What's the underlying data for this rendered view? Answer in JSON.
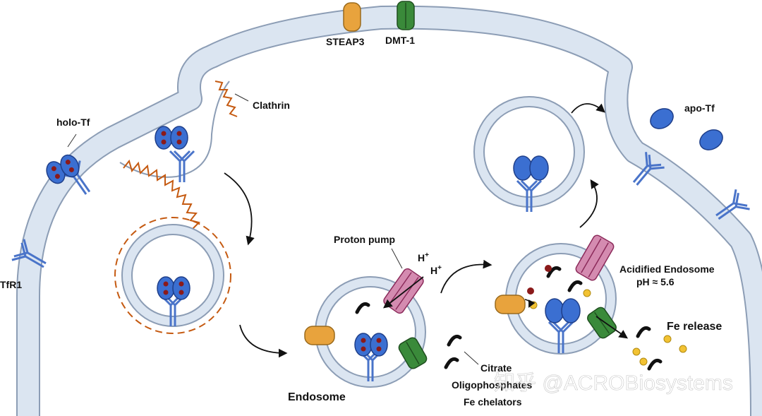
{
  "labels": {
    "steap3": "STEAP3",
    "dmt1": "DMT-1",
    "clathrin": "Clathrin",
    "holo_tf": "holo-Tf",
    "tfr1": "TfR1",
    "apo_tf": "apo-Tf",
    "proton_pump": "Proton pump",
    "h_plus_1": "H",
    "h_plus_2": "H",
    "plus_sign": "+",
    "acidified_endosome": "Acidified Endosome",
    "ph": "pH ≈ 5.6",
    "fe_release": "Fe release",
    "endosome": "Endosome",
    "citrate": "Citrate",
    "oligophosphates": "Oligophosphates",
    "fe_chelators": "Fe chelators"
  },
  "watermark": "知乎 @ACROBiosystems",
  "colors": {
    "membrane_fill": "#dbe5f1",
    "membrane_stroke": "#8c9db5",
    "tf_blue": "#3b6fd1",
    "iron_red": "#8b1a1a",
    "clathrin_orange": "#c55a11",
    "steap3_orange": "#e8a33d",
    "dmt1_green": "#3a8a3a",
    "pump_pink": "#c2528a",
    "fe_yellow": "#f2c233"
  }
}
